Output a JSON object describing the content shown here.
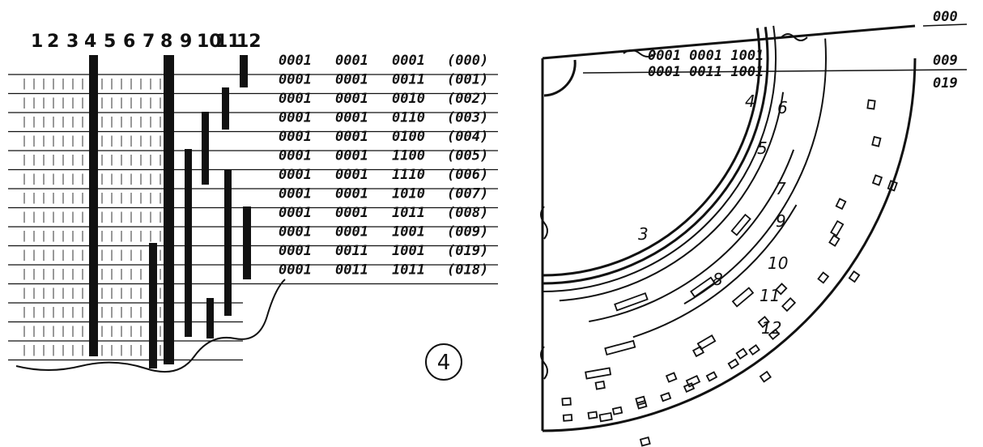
{
  "columns": [
    "1",
    "2",
    "3",
    "4",
    "5",
    "6",
    "7",
    "8",
    "9",
    "10",
    "11",
    "12"
  ],
  "code_rows": [
    {
      "a": "0001",
      "b": "0001",
      "c": "0001",
      "d": "(000)"
    },
    {
      "a": "0001",
      "b": "0001",
      "c": "0011",
      "d": "(001)"
    },
    {
      "a": "0001",
      "b": "0001",
      "c": "0010",
      "d": "(002)"
    },
    {
      "a": "0001",
      "b": "0001",
      "c": "0110",
      "d": "(003)"
    },
    {
      "a": "0001",
      "b": "0001",
      "c": "0100",
      "d": "(004)"
    },
    {
      "a": "0001",
      "b": "0001",
      "c": "1100",
      "d": "(005)"
    },
    {
      "a": "0001",
      "b": "0001",
      "c": "1110",
      "d": "(006)"
    },
    {
      "a": "0001",
      "b": "0001",
      "c": "1010",
      "d": "(007)"
    },
    {
      "a": "0001",
      "b": "0001",
      "c": "1011",
      "d": "(008)"
    },
    {
      "a": "0001",
      "b": "0001",
      "c": "1001",
      "d": "(009)"
    },
    {
      "a": "0001",
      "b": "0011",
      "c": "1001",
      "d": "(019)"
    },
    {
      "a": "0001",
      "b": "0011",
      "c": "1011",
      "d": "(018)"
    }
  ],
  "figure_number": "4",
  "right_panel": {
    "top_code_line1": "0001 0001 1001",
    "top_code_line2": "0001 0011 1001",
    "marker_000": "000",
    "marker_009": "009",
    "marker_019": "019",
    "track_labels": [
      "3",
      "4",
      "5",
      "6",
      "7",
      "8",
      "9",
      "10",
      "11",
      "12"
    ]
  },
  "colors": {
    "ink": "#111111",
    "paper": "#ffffff"
  }
}
